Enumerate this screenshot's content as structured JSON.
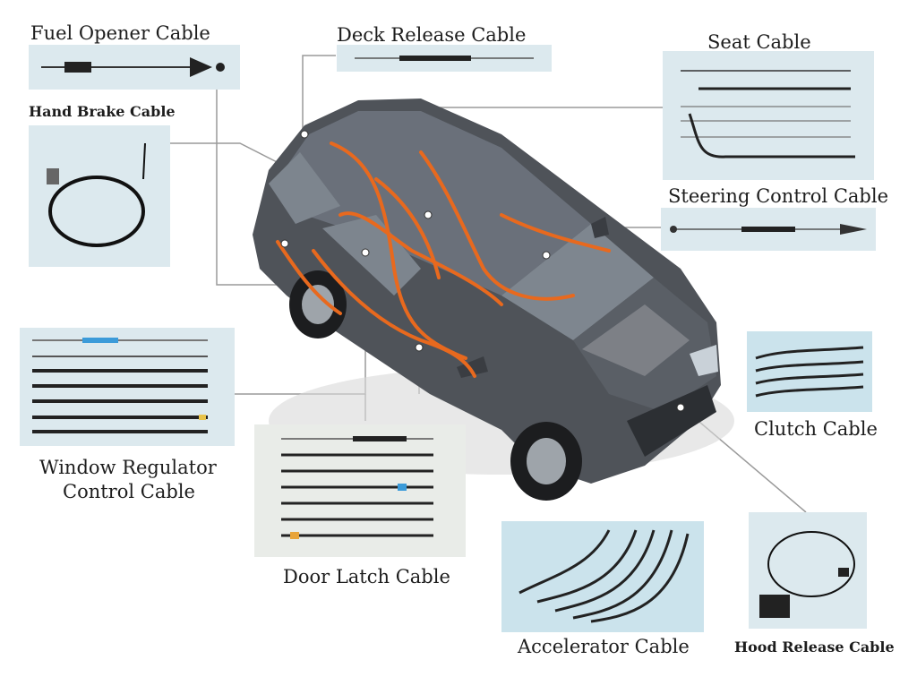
{
  "labels": {
    "fuel_opener": "Fuel Opener Cable",
    "deck_release": "Deck Release Cable",
    "seat": "Seat Cable",
    "hand_brake": "Hand Brake Cable",
    "steering_control": "Steering Control Cable",
    "window_regulator_line1": "Window Regulator",
    "window_regulator_line2": "Control Cable",
    "clutch": "Clutch Cable",
    "door_latch": "Door Latch Cable",
    "accelerator": "Accelerator Cable",
    "hood_release": "Hood Release Cable"
  },
  "colors": {
    "cable_highlight": "#e8691e",
    "car_body": "#4f5359",
    "panel_background": "#dce9ee",
    "leader_line": "#9a9a9a"
  }
}
